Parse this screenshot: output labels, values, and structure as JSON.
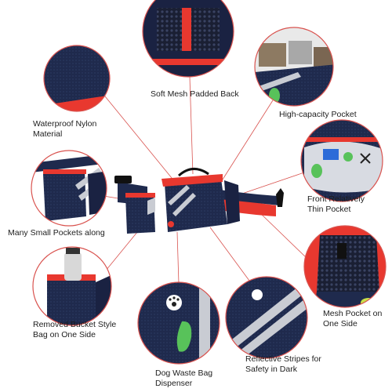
{
  "callouts": {
    "soft_mesh_back": "Soft Mesh Padded Back",
    "high_capacity": "High-capacity Pocket",
    "waterproof": "Waterproof Nylon\nMaterial",
    "front_thin": "Front Relatively\nThin Pocket",
    "small_pockets": "Many Small Pockets along",
    "mesh_side": "Mesh Pocket on\nOne Side",
    "bucket": "Removed Bucket Style\nBag on One Side",
    "reflective": "Reflective Stripes for\nSafety in Dark",
    "waste_bag": "Dog Waste Bag\nDispenser"
  },
  "colors": {
    "navy": "#1f2a4d",
    "navy_dark": "#161e3a",
    "red": "#e8382f",
    "reflective": "#c9ccd3",
    "leader_line": "#d9534f",
    "waste_bag": "#58c25a"
  }
}
